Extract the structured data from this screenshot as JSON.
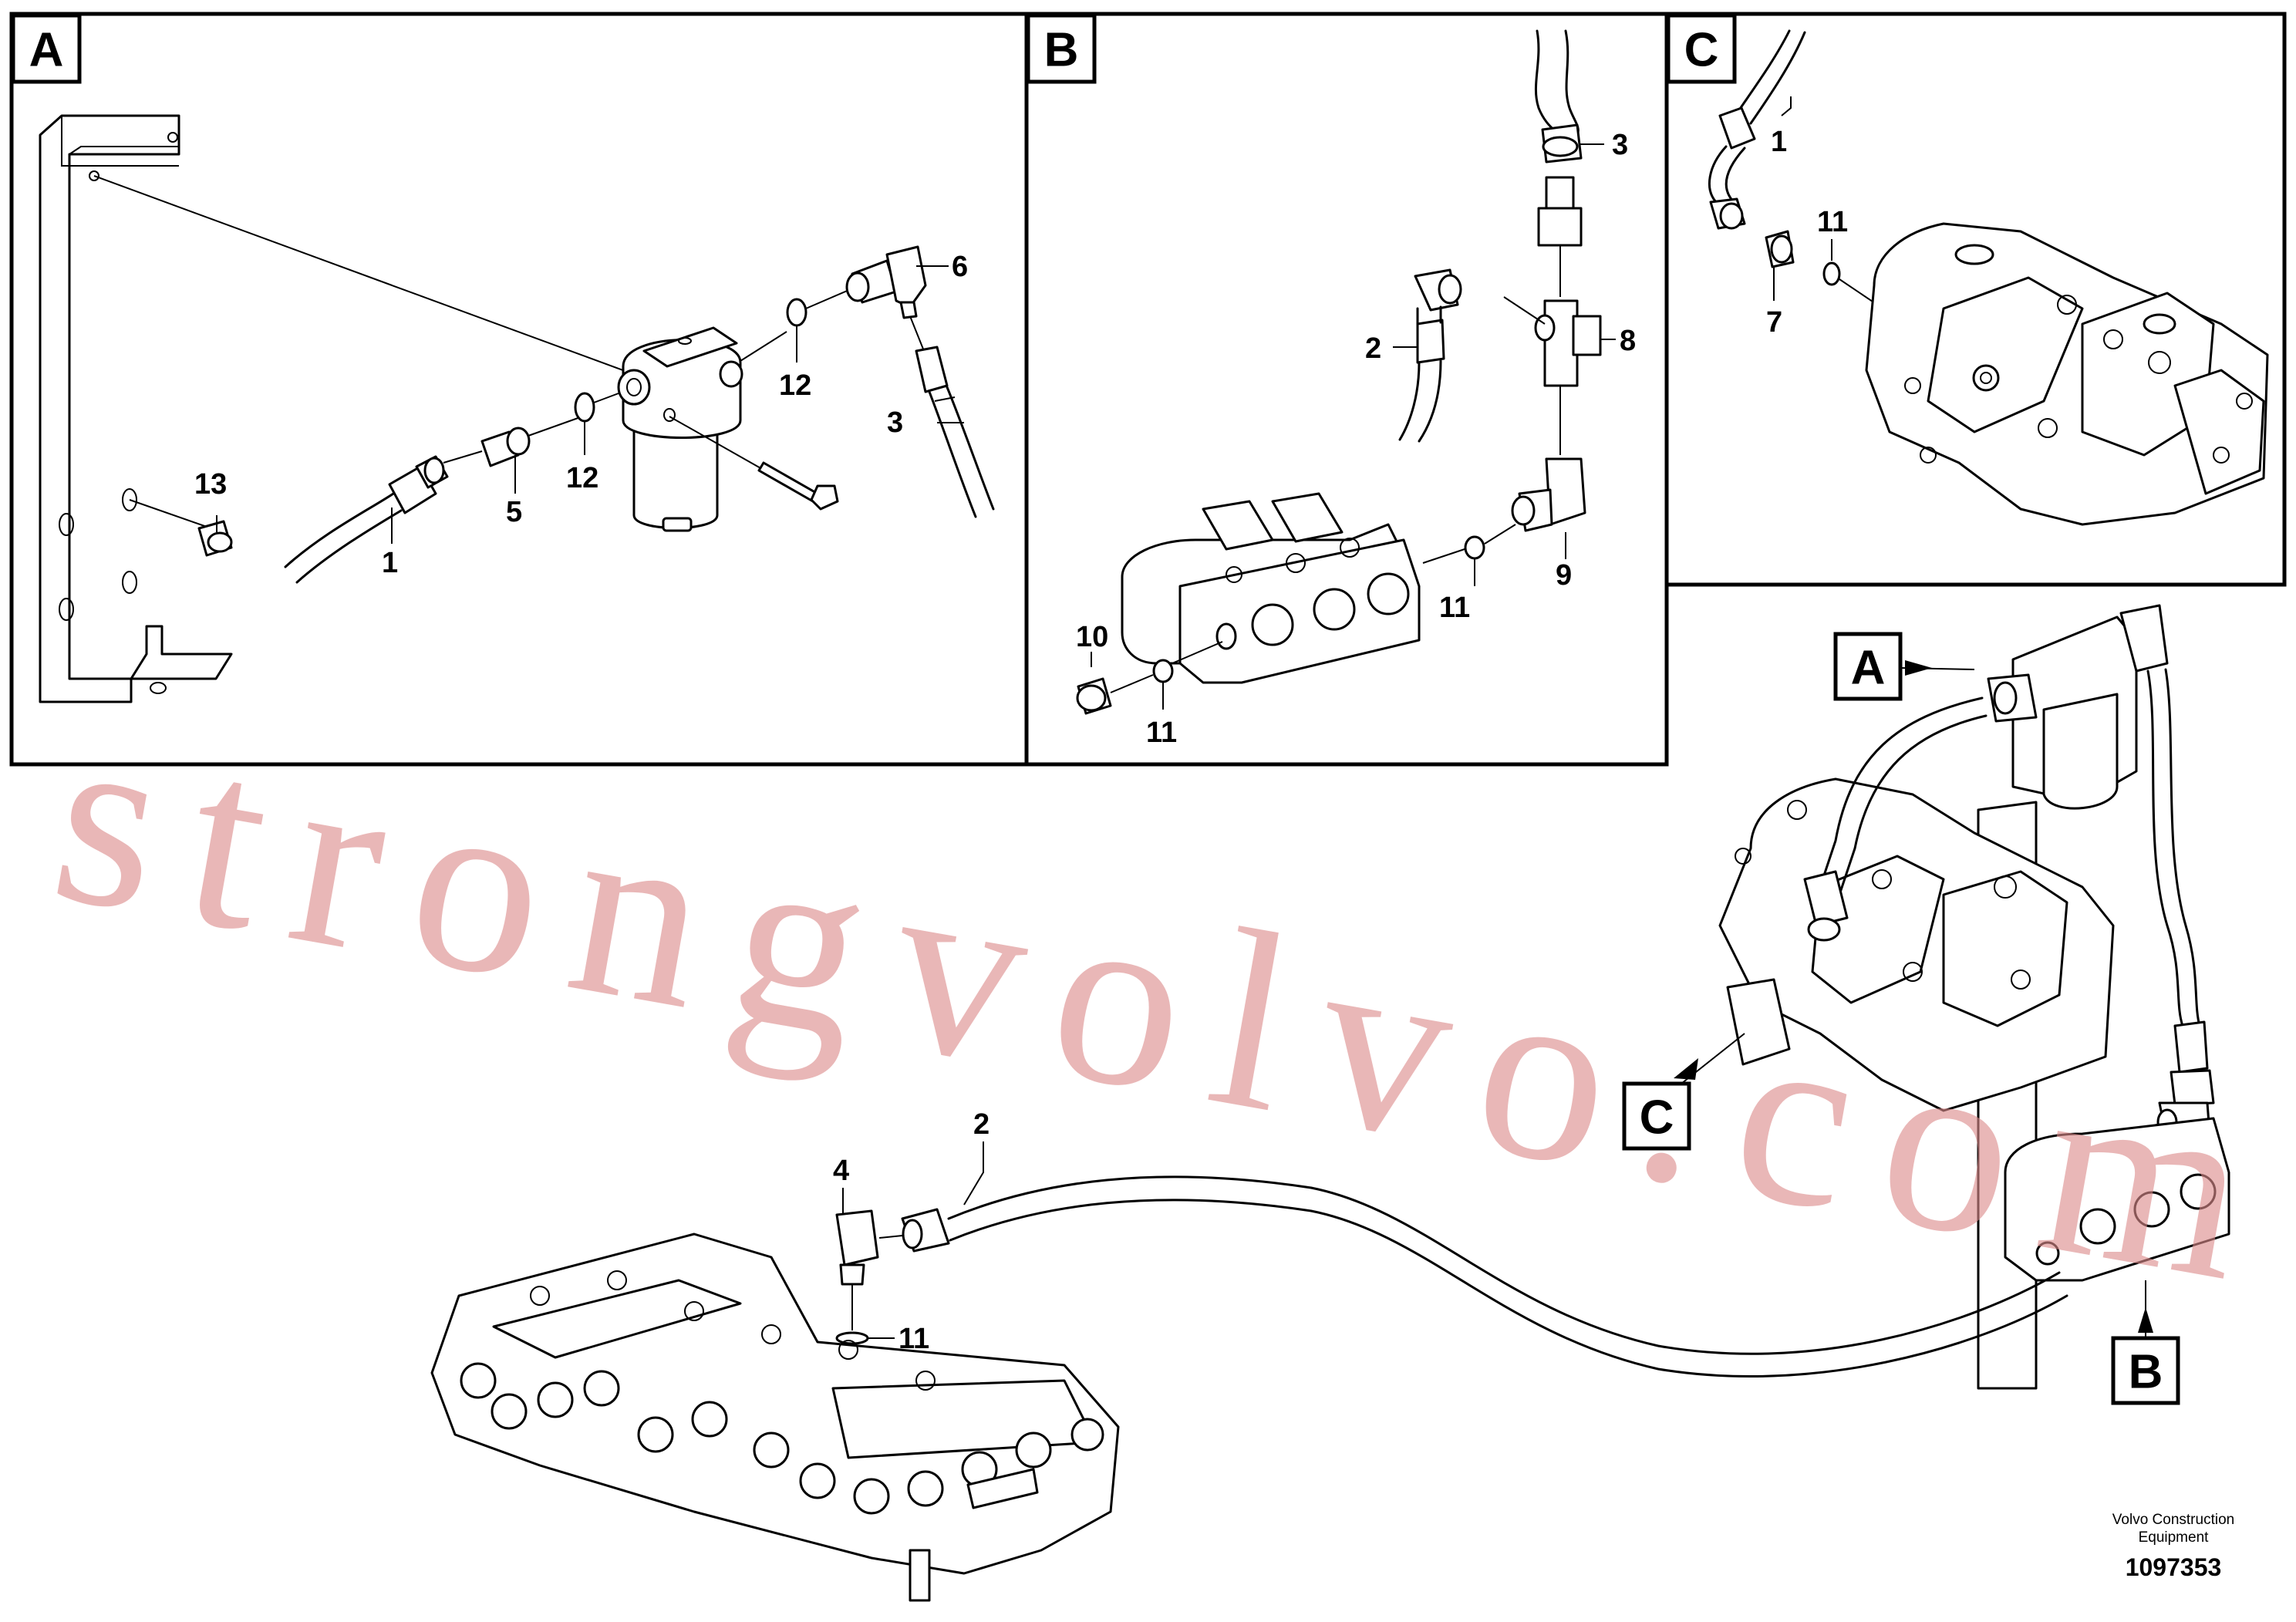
{
  "panels": [
    {
      "id": "A",
      "label": "A"
    },
    {
      "id": "B",
      "label": "B"
    },
    {
      "id": "C",
      "label": "C"
    }
  ],
  "main_tags": {
    "a": "A",
    "b": "B",
    "c": "C"
  },
  "callouts": {
    "a1": "1",
    "a5": "5",
    "a12_lower": "12",
    "a12_upper": "12",
    "a13": "13",
    "a6": "6",
    "a3": "3",
    "b3": "3",
    "b8": "8",
    "b2": "2",
    "b9": "9",
    "b11_right": "11",
    "b10": "10",
    "b11_left": "11",
    "c1": "1",
    "c11": "11",
    "c7": "7",
    "m2": "2",
    "m4": "4",
    "m11": "11"
  },
  "watermark": "strongvolvo.com",
  "footer": {
    "company_line1": "Volvo Construction",
    "company_line2": "Equipment",
    "drawing_number": "1097353"
  },
  "colors": {
    "watermark": "#dc8a8a",
    "ink": "#000000",
    "background": "#ffffff"
  }
}
